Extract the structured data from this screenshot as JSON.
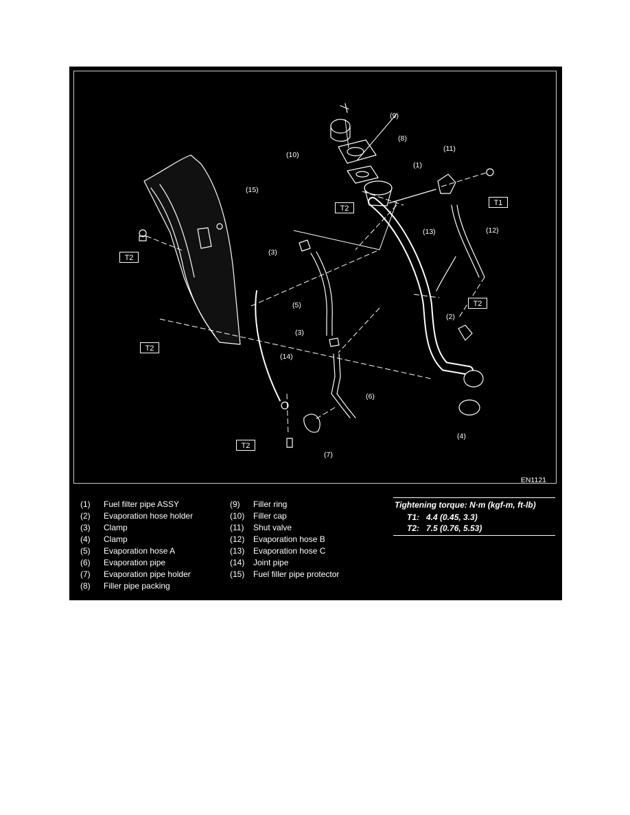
{
  "diagram": {
    "figure_id": "EN1121",
    "callouts": {
      "c1": "(1)",
      "c2": "(2)",
      "c3a": "(3)",
      "c3b": "(3)",
      "c4": "(4)",
      "c5": "(5)",
      "c6": "(6)",
      "c7": "(7)",
      "c8": "(8)",
      "c9": "(9)",
      "c10": "(10)",
      "c11": "(11)",
      "c12": "(12)",
      "c13": "(13)",
      "c14": "(14)",
      "c15": "(15)"
    },
    "torque_boxes": {
      "t1": "T1",
      "t2a": "T2",
      "t2b": "T2",
      "t2c": "T2",
      "t2d": "T2",
      "t2e": "T2"
    }
  },
  "legend": {
    "left": [
      {
        "num": "(1)",
        "label": "Fuel filter pipe ASSY"
      },
      {
        "num": "(2)",
        "label": "Evaporation hose holder"
      },
      {
        "num": "(3)",
        "label": "Clamp"
      },
      {
        "num": "(4)",
        "label": "Clamp"
      },
      {
        "num": "(5)",
        "label": "Evaporation hose A"
      },
      {
        "num": "(6)",
        "label": "Evaporation pipe"
      },
      {
        "num": "(7)",
        "label": "Evaporation pipe holder"
      },
      {
        "num": "(8)",
        "label": "Filler pipe packing"
      }
    ],
    "right": [
      {
        "num": "(9)",
        "label": "Filler ring"
      },
      {
        "num": "(10)",
        "label": "Filler cap"
      },
      {
        "num": "(11)",
        "label": "Shut valve"
      },
      {
        "num": "(12)",
        "label": "Evaporation hose B"
      },
      {
        "num": "(13)",
        "label": "Evaporation hose C"
      },
      {
        "num": "(14)",
        "label": "Joint pipe"
      },
      {
        "num": "(15)",
        "label": "Fuel filler pipe protector"
      }
    ]
  },
  "torque": {
    "title": "Tightening torque: N·m (kgf-m, ft-lb)",
    "rows": [
      {
        "key": "T1:",
        "value": "4.4 (0.45, 3.3)"
      },
      {
        "key": "T2:",
        "value": "7.5 (0.76, 5.53)"
      }
    ]
  }
}
